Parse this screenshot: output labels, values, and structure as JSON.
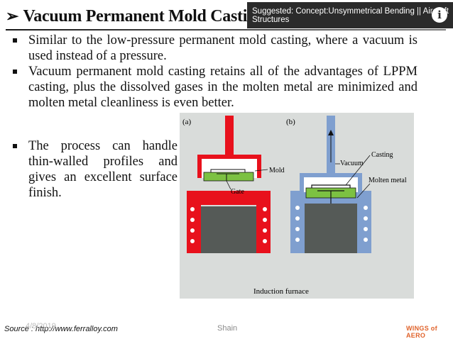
{
  "slide": {
    "title_arrow": "➢",
    "title": "Vacuum Permanent Mold Casting",
    "bullets": [
      "Similar to the low-pressure permanent mold casting, where a vacuum is used instead of a pressure.",
      "Vacuum permanent mold casting retains all of the advantages of LPPM casting, plus the dissolved gases in the molten metal are minimized and molten metal cleanliness is even better.",
      "The process can handle thin-walled profiles and gives an excellent surface finish."
    ]
  },
  "suggestion_banner": {
    "text": "Suggested: Concept:Unsymmetrical Bending || Aircraft Structures",
    "info_icon": "info-icon"
  },
  "figure": {
    "panel_a_label": "(a)",
    "panel_b_label": "(b)",
    "labels": {
      "mold": "Mold",
      "gate": "Gate",
      "casting": "Casting",
      "vacuum": "Vacuum",
      "molten_metal": "Molten metal",
      "induction_furnace": "Induction furnace"
    },
    "colors": {
      "background": "#d9dcda",
      "furnace_a": "#e8111c",
      "furnace_b": "#7f9fcf",
      "mold": "#7cc142",
      "metal": "#555a57"
    }
  },
  "footer": {
    "source": "Source : http://www.ferralloy.com",
    "date": "4/8/2019",
    "author": "Shain",
    "logo": "WINGS of AERO"
  }
}
